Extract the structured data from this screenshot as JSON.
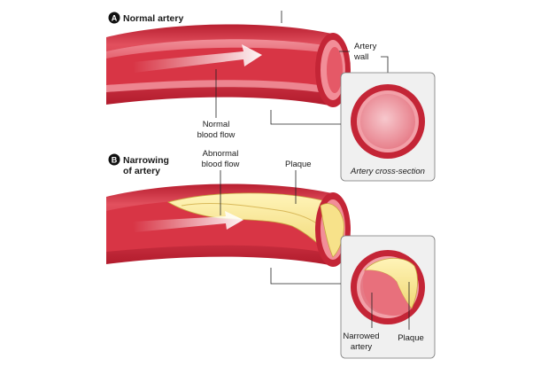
{
  "panel_a": {
    "badge": "A",
    "title": "Normal artery",
    "label_blood_flow_1": "Normal",
    "label_blood_flow_2": "blood flow",
    "label_wall_1": "Artery",
    "label_wall_2": "wall",
    "cross_section_caption": "Artery cross-section"
  },
  "panel_b": {
    "badge": "B",
    "title_1": "Narrowing",
    "title_2": "of artery",
    "label_flow_1": "Abnormal",
    "label_flow_2": "blood flow",
    "label_plaque": "Plaque",
    "label_narrowed_1": "Narrowed",
    "label_narrowed_2": "artery",
    "label_plaque_cs": "Plaque"
  },
  "colors": {
    "artery_outer": "#d9394a",
    "artery_light": "#f08a95",
    "lumen": "#e85a68",
    "plaque": "#f7e89a",
    "plaque_edge": "#c8a640",
    "panel_bg": "#f0f0f0"
  }
}
